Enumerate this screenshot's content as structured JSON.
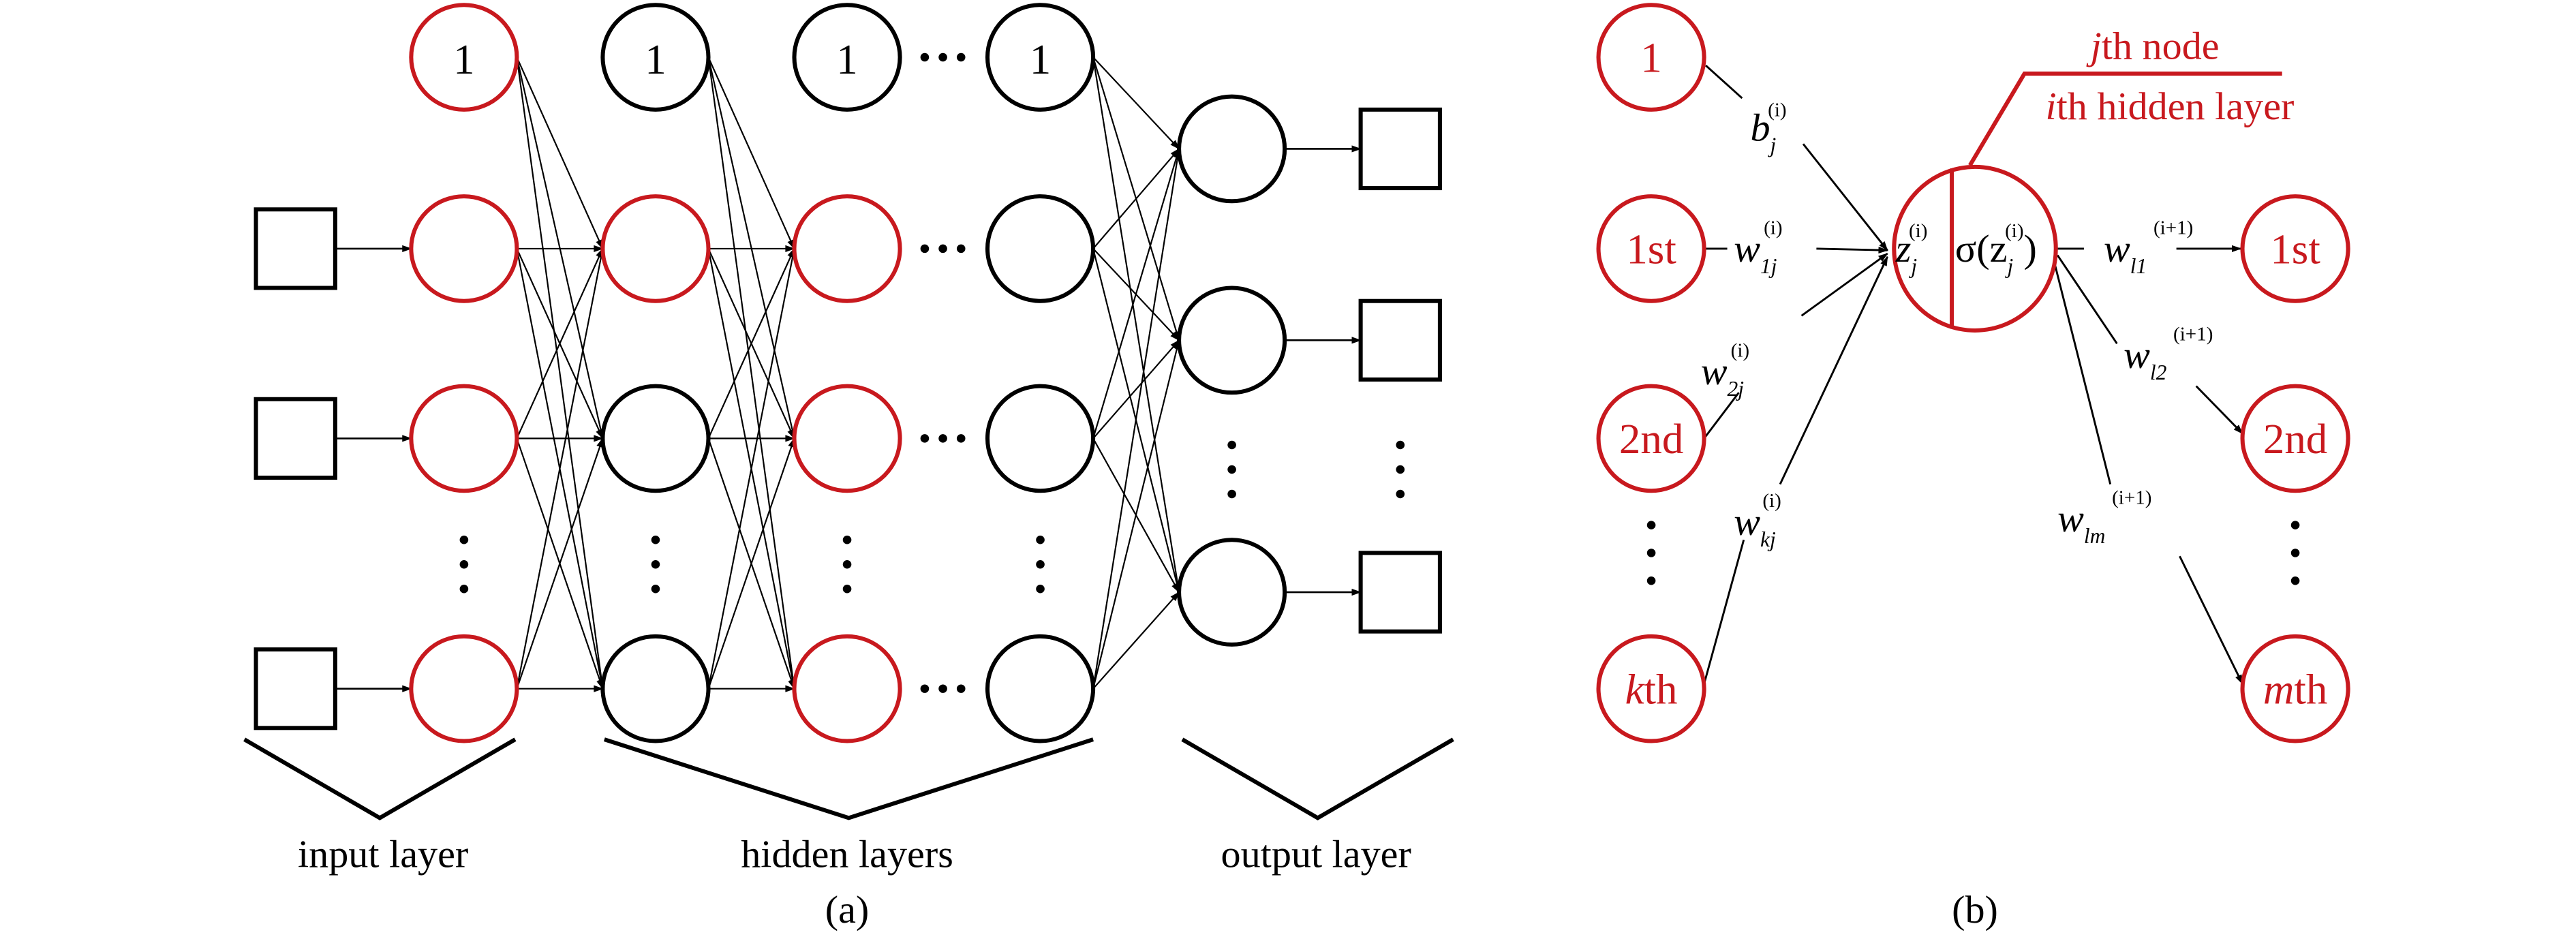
{
  "colors": {
    "accent_red": "#c8191e",
    "black": "#000000",
    "background": "#ffffff"
  },
  "panel_a": {
    "caption": "(a)",
    "bias_label": "1",
    "dots": "···",
    "layer_labels": {
      "input": "input layer",
      "hidden": "hidden layers",
      "output": "output layer"
    }
  },
  "panel_b": {
    "caption": "(b)",
    "annotation_line1_italic": "j",
    "annotation_line1_rest": "th node",
    "annotation_line2_italic": "i",
    "annotation_line2_rest": "th hidden layer",
    "left_nodes": [
      {
        "label": "1",
        "italic_prefix": ""
      },
      {
        "label": "1st",
        "italic_prefix": ""
      },
      {
        "label": "2nd",
        "italic_prefix": ""
      },
      {
        "label": "th",
        "italic_prefix": "k"
      }
    ],
    "right_nodes": [
      {
        "label": "1st",
        "italic_prefix": ""
      },
      {
        "label": "2nd",
        "italic_prefix": ""
      },
      {
        "label": "th",
        "italic_prefix": "m"
      }
    ],
    "center_node": {
      "left_text": "z",
      "left_sub": "j",
      "left_sup": "(i)",
      "right_text_prefix": "σ(z",
      "right_sub": "j",
      "right_sup": "(i)",
      "right_text_suffix": ")"
    },
    "edge_labels": {
      "bias": {
        "base": "b",
        "sub": "j",
        "sup": "(i)"
      },
      "w1": {
        "base": "w",
        "sub": "1j",
        "sup": "(i)"
      },
      "w2": {
        "base": "w",
        "sub": "2j",
        "sup": "(i)"
      },
      "wk": {
        "base": "w",
        "sub": "kj",
        "sup": "(i)"
      },
      "wl1": {
        "base": "w",
        "sub": "l1",
        "sup": "(i+1)"
      },
      "wl2": {
        "base": "w",
        "sub": "l2",
        "sup": "(i+1)"
      },
      "wlm": {
        "base": "w",
        "sub": "lm",
        "sup": "(i+1)"
      }
    }
  }
}
